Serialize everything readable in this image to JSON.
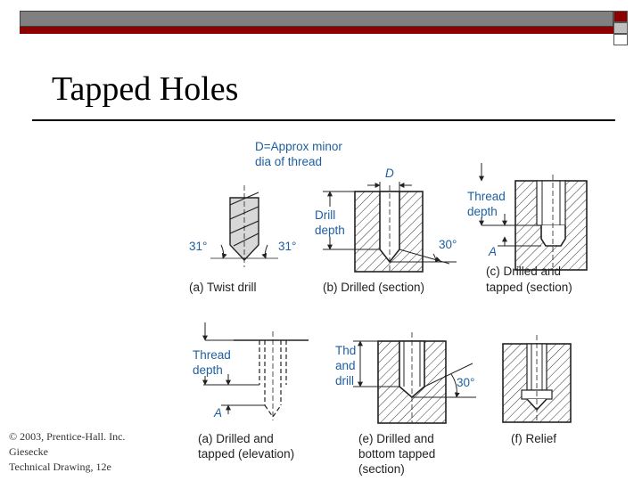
{
  "slide": {
    "title": "Tapped Holes",
    "credit": [
      "© 2003, Prentice-Hall. Inc.",
      "Giesecke",
      "Technical Drawing, 12e"
    ]
  },
  "figure": {
    "note_line1": "D=Approx minor",
    "note_line2": "dia of thread",
    "dim_D": "D",
    "angle_left": "31°",
    "angle_right": "31°",
    "drill_depth_1": "Drill",
    "drill_depth_2": "depth",
    "angle_30_b": "30°",
    "thread_depth_c1": "Thread",
    "thread_depth_c2": "depth",
    "dim_A_c": "A",
    "thread_depth_d1": "Thread",
    "thread_depth_d2": "depth",
    "dim_A_d": "A",
    "thd_1": "Thd",
    "thd_2": "and",
    "thd_3": "drill",
    "angle_30_e": "30°",
    "cap_a": "(a) Twist drill",
    "cap_b": "(b) Drilled (section)",
    "cap_c1": "(c) Drilled and",
    "cap_c2": "tapped (section)",
    "cap_d1": "(a) Drilled and",
    "cap_d2": "tapped (elevation)",
    "cap_e1": "(e) Drilled and",
    "cap_e2": "bottom tapped",
    "cap_e3": "(section)",
    "cap_f": "(f) Relief"
  }
}
